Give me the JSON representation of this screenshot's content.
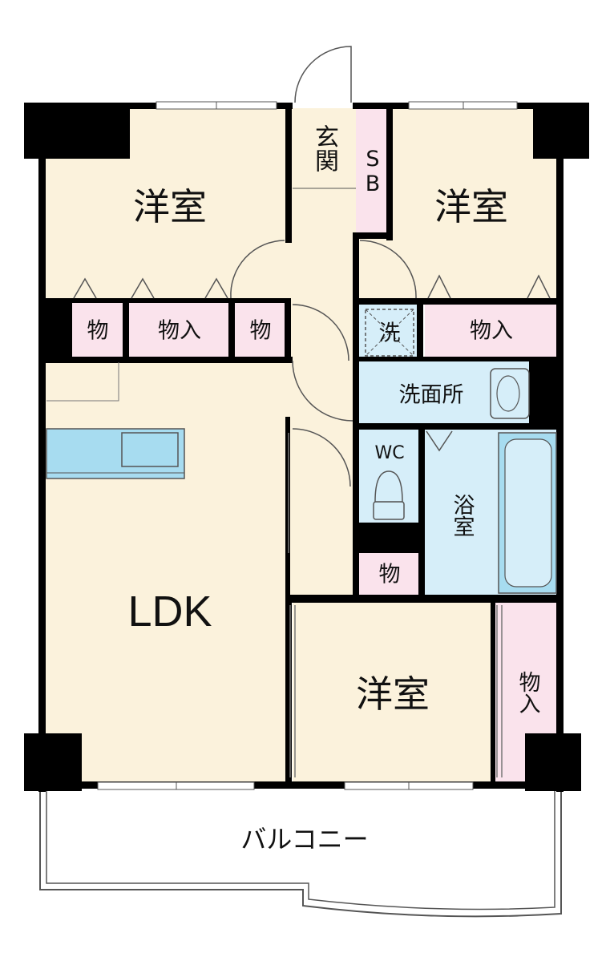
{
  "floor_plan": {
    "colors": {
      "wall": "#000000",
      "room_beige": "#fbf2dc",
      "room_blue": "#d6eef9",
      "storage_pink": "#fae3ec",
      "outline": "#555555",
      "fixture": "#a7dcf0"
    },
    "rooms": {
      "western_room_nw": "洋室",
      "western_room_ne": "洋室",
      "western_room_s": "洋室",
      "ldk": "LDK",
      "entrance": "玄関",
      "shoe_box": "SB",
      "washroom": "洗面所",
      "washing_machine": "洗",
      "toilet": "WC",
      "bathroom": "浴室",
      "storage_1": "物",
      "storage_2": "物入",
      "storage_3": "物",
      "storage_4": "物入",
      "storage_5": "物",
      "storage_6": "物入",
      "balcony": "バルコニー"
    }
  }
}
